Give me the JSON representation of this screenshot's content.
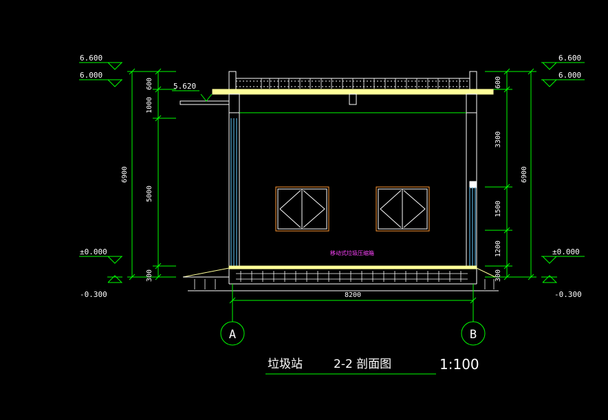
{
  "drawing": {
    "levels": {
      "left_top_1": "6.600",
      "left_top_2": "6.000",
      "canopy": "5.620",
      "left_ground": "±0.000",
      "left_bottom": "-0.300",
      "right_top_1": "6.600",
      "right_top_2": "6.000",
      "right_ground": "±0.000",
      "right_bottom": "-0.300"
    },
    "dims_left": [
      "600",
      "1000",
      "5000",
      "300",
      "6900"
    ],
    "dims_right": [
      "600",
      "3300",
      "1500",
      "1200",
      "300",
      "6900"
    ],
    "dim_bottom": "8200",
    "axis_a": "A",
    "axis_b": "B",
    "note": "移动式垃圾压缩箱",
    "title": "垃圾站",
    "section": "2-2 剖面图",
    "scale": "1:100",
    "colors": {
      "background": "#000000",
      "dimension": "#00ff00",
      "level": "#ffffff",
      "wall": "#ffffff",
      "fill_yellow": "#ffff99",
      "window_frame": "#ff9933",
      "glass": "#66ccff",
      "note": "#ff44ff"
    }
  }
}
